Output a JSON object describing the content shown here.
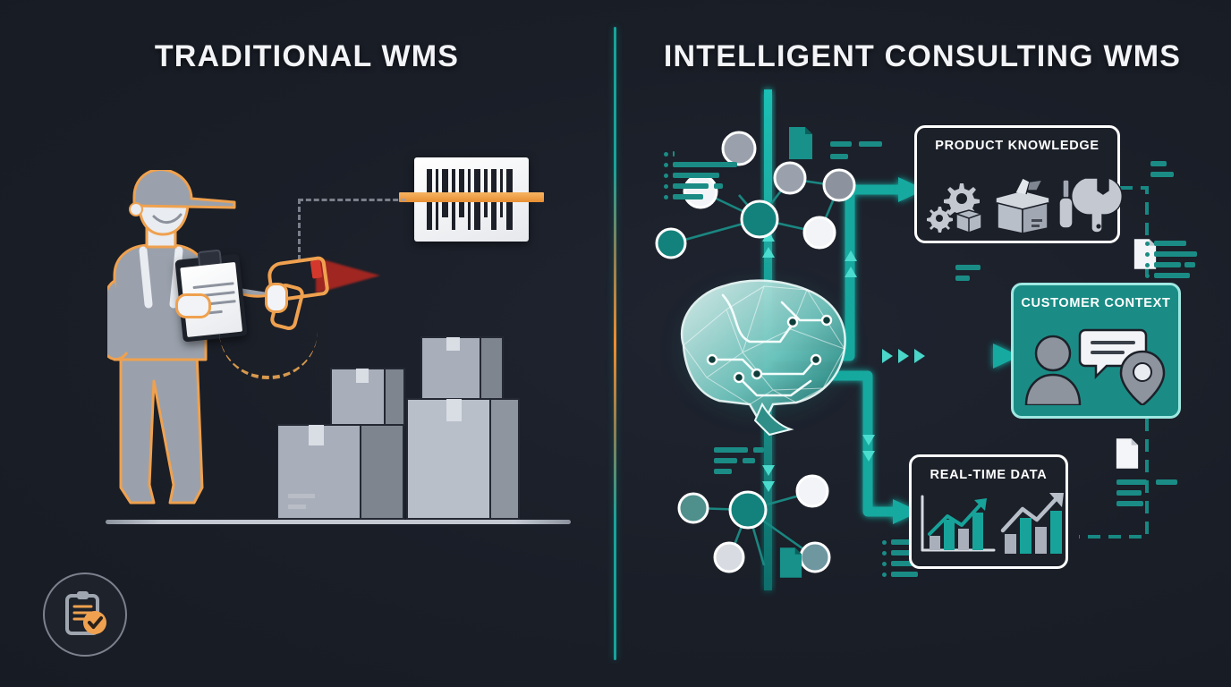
{
  "meta": {
    "background_color": "#1b1f28",
    "accent_teal": "#17a39a",
    "accent_orange": "#efa14f",
    "text_color": "#f2f4f7"
  },
  "left_panel": {
    "title": "TRADITIONAL WMS",
    "badge_icon": "clipboard-check-icon",
    "scene": {
      "worker_icon": "warehouse-worker-icon",
      "clipboard_icon": "clipboard-icon",
      "scanner_icon": "barcode-scanner-icon",
      "scan_beam_color": "#c8281e",
      "barcode_icon": "barcode-label-icon",
      "scan_line_color": "#e88f33",
      "boxes_icon": "cardboard-boxes-icon",
      "box_count": 4
    }
  },
  "right_panel": {
    "title": "INTELLIGENT CONSULTING WMS",
    "badge_icon": "ai-brain-network-icon",
    "brain_icon": "low-poly-ai-brain-icon",
    "cards": [
      {
        "id": "product-knowledge",
        "label": "PRODUCT KNOWLEDGE",
        "style": "outline",
        "icons": [
          "gears-icon",
          "open-box-icon",
          "screwdriver-icon",
          "wrench-icon"
        ]
      },
      {
        "id": "customer-context",
        "label": "CUSTOMER CONTEXT",
        "style": "filled",
        "fill_color": "#1a8c85",
        "icons": [
          "person-icon",
          "speech-bubble-icon",
          "location-pin-icon"
        ]
      },
      {
        "id": "real-time-data",
        "label": "REAL-TIME DATA",
        "style": "outline",
        "icons": [
          "bar-chart-trend-icon",
          "bar-chart-arrow-icon"
        ]
      }
    ],
    "network": {
      "node_colors": [
        "#ffffff",
        "#9aa1ac",
        "#1a8c85"
      ],
      "document_icon": "document-icon",
      "flow_arrow_color": "#17a39a"
    }
  },
  "chart_data": {
    "type": "bar",
    "title": "REAL-TIME DATA",
    "categories": [
      "1",
      "2",
      "3",
      "4"
    ],
    "series": [
      {
        "name": "left-chart",
        "values": [
          28,
          62,
          42,
          86
        ],
        "colors": [
          "#aab0bb",
          "#17a39a",
          "#aab0bb",
          "#17a39a"
        ]
      },
      {
        "name": "right-chart",
        "values": [
          36,
          70,
          52,
          92
        ],
        "colors": [
          "#aab0bb",
          "#17a39a",
          "#aab0bb",
          "#17a39a"
        ]
      }
    ],
    "annotations": [
      "upward-trend-arrow-teal",
      "upward-trend-arrow-gray"
    ],
    "grid": false,
    "legend": "none"
  }
}
